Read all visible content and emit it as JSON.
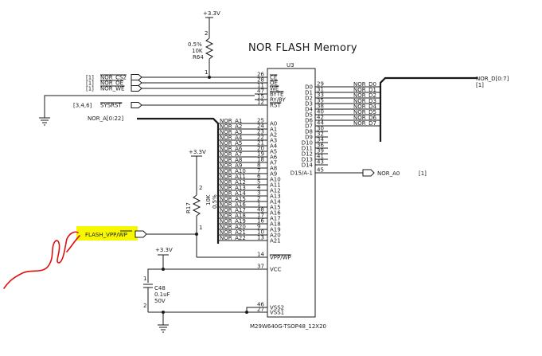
{
  "title": "NOR FLASH Memory",
  "chip": {
    "refdes": "U3",
    "part": "M29W640G-TSOP48_12X20",
    "left_pins": [
      {
        "num": "26",
        "name": "CE",
        "bar": true
      },
      {
        "num": "28",
        "name": "OE",
        "bar": true
      },
      {
        "num": "11",
        "name": "WE",
        "bar": true
      },
      {
        "num": "47",
        "name": "BYTE",
        "bar": true
      },
      {
        "num": "15",
        "name": "RY/BY",
        "bar": false
      },
      {
        "num": "12",
        "name": "RST",
        "bar": true
      },
      {
        "num": "25",
        "name": "A0"
      },
      {
        "num": "24",
        "name": "A1"
      },
      {
        "num": "23",
        "name": "A2"
      },
      {
        "num": "22",
        "name": "A3"
      },
      {
        "num": "21",
        "name": "A4"
      },
      {
        "num": "20",
        "name": "A5"
      },
      {
        "num": "19",
        "name": "A6"
      },
      {
        "num": "18",
        "name": "A7"
      },
      {
        "num": "8",
        "name": "A8"
      },
      {
        "num": "7",
        "name": "A9"
      },
      {
        "num": "6",
        "name": "A10"
      },
      {
        "num": "5",
        "name": "A11"
      },
      {
        "num": "4",
        "name": "A12"
      },
      {
        "num": "3",
        "name": "A13"
      },
      {
        "num": "2",
        "name": "A14"
      },
      {
        "num": "1",
        "name": "A15"
      },
      {
        "num": "48",
        "name": "A16"
      },
      {
        "num": "17",
        "name": "A17"
      },
      {
        "num": "16",
        "name": "A18"
      },
      {
        "num": "9",
        "name": "A19"
      },
      {
        "num": "10",
        "name": "A20"
      },
      {
        "num": "13",
        "name": "A21"
      },
      {
        "num": "14",
        "name": "VPP/WP",
        "bar": true
      },
      {
        "num": "37",
        "name": "VCC"
      },
      {
        "num": "46",
        "name": "VSS2"
      },
      {
        "num": "27",
        "name": "VSS1"
      }
    ],
    "right_pins": [
      {
        "num": "29",
        "name": "D0"
      },
      {
        "num": "31",
        "name": "D1"
      },
      {
        "num": "33",
        "name": "D2"
      },
      {
        "num": "35",
        "name": "D3"
      },
      {
        "num": "38",
        "name": "D4"
      },
      {
        "num": "40",
        "name": "D5"
      },
      {
        "num": "42",
        "name": "D6"
      },
      {
        "num": "44",
        "name": "D7"
      },
      {
        "num": "30",
        "name": "D8"
      },
      {
        "num": "32",
        "name": "D9"
      },
      {
        "num": "34",
        "name": "D10"
      },
      {
        "num": "36",
        "name": "D11"
      },
      {
        "num": "39",
        "name": "D12"
      },
      {
        "num": "41",
        "name": "D13"
      },
      {
        "num": "43",
        "name": "D14"
      },
      {
        "num": "45",
        "name": "D15/A-1"
      }
    ]
  },
  "power": {
    "top": "+3.3V",
    "mid": "+3.3V",
    "cap": "+3.3V"
  },
  "r64": {
    "ref": "R64",
    "value": "10K",
    "tol": "0.5%",
    "pin1": "1",
    "pin2": "2"
  },
  "r17": {
    "ref": "R17",
    "value": "10K",
    "tol": "0.5%",
    "pin1": "1",
    "pin2": "2"
  },
  "c48": {
    "ref": "C48",
    "value": "0.1uF",
    "voltage": "50V",
    "pin1": "1",
    "pin2": "2"
  },
  "control_nets": [
    {
      "tag": "[1]",
      "net": "NOR_CS2",
      "bar": true
    },
    {
      "tag": "[1]",
      "net": "NOR_OE",
      "bar": true
    },
    {
      "tag": "[1]",
      "net": "NOR_WE",
      "bar": true
    },
    {
      "tag": "[3,4,6]",
      "net": "SYSRST",
      "bar": true
    }
  ],
  "addr_bus": "NOR_A[0:22]",
  "addr_nets": [
    "NOR_A1",
    "NOR_A2",
    "NOR_A3",
    "NOR_A4",
    "NOR_A5",
    "NOR_A6",
    "NOR_A7",
    "NOR_A8",
    "NOR_A9",
    "NOR_A10",
    "NOR_A11",
    "NOR_A12",
    "NOR_A13",
    "NOR_A14",
    "NOR_A15",
    "NOR_A16",
    "NOR_A17",
    "NOR_A18",
    "NOR_A19",
    "NOR_A20",
    "NOR_A21",
    "NOR_A22"
  ],
  "data_bus": {
    "net": "NOR_D[0:7]",
    "tag": "[1]"
  },
  "data_nets": [
    "NOR_D0",
    "NOR_D1",
    "NOR_D2",
    "NOR_D3",
    "NOR_D4",
    "NOR_D5",
    "NOR_D6",
    "NOR_D7"
  ],
  "nor_a0": {
    "net": "NOR_A0",
    "tag": "[1]"
  },
  "flash_vpp": "FLASH_VPP/WP",
  "colors": {
    "highlight": "#f7f700",
    "annotation": "#e01010",
    "ink": "#1a1a1a"
  }
}
